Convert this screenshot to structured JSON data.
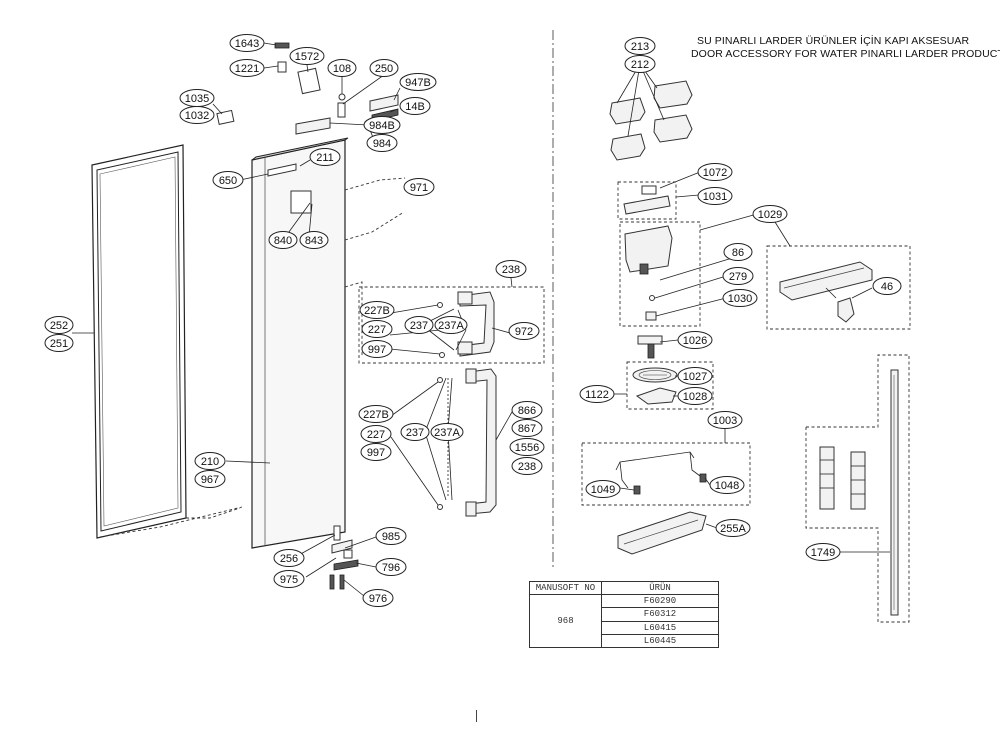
{
  "header": {
    "title_tr": "SU PINARLI LARDER ÜRÜNLER İÇİN KAPI AKSESUAR",
    "title_en": "DOOR ACCESSORY FOR WATER PINARLI LARDER PRODUCTS"
  },
  "callouts": {
    "c1643": "1643",
    "c1221": "1221",
    "c1572": "1572",
    "c108": "108",
    "c250": "250",
    "c947B": "947B",
    "c14B": "14B",
    "c984B": "984B",
    "c984": "984",
    "c1035": "1035",
    "c1032": "1032",
    "c211": "211",
    "c650": "650",
    "c971": "971",
    "c840": "840",
    "c843": "843",
    "c238a": "238",
    "c227Ba": "227B",
    "c227a": "227",
    "c997a": "997",
    "c237a": "237",
    "c237Aa": "237A",
    "c972": "972",
    "c252": "252",
    "c251": "251",
    "c227Bb": "227B",
    "c227b": "227",
    "c997b": "997",
    "c237b": "237",
    "c237Ab": "237A",
    "c866": "866",
    "c867": "867",
    "c1556": "1556",
    "c238b": "238",
    "c210": "210",
    "c967": "967",
    "c985": "985",
    "c256": "256",
    "c975": "975",
    "c796": "796",
    "c976": "976",
    "c213": "213",
    "c212": "212",
    "c1072": "1072",
    "c1031": "1031",
    "c1029": "1029",
    "c86": "86",
    "c279": "279",
    "c1030": "1030",
    "c46": "46",
    "c1026": "1026",
    "c1027": "1027",
    "c1122": "1122",
    "c1028": "1028",
    "c1003": "1003",
    "c1049": "1049",
    "c1048": "1048",
    "c255A": "255A",
    "c1749": "1749"
  },
  "ref_table": {
    "col_code": "MANUSOFT NO",
    "col_product": "ÜRÜN",
    "code": "968",
    "products": [
      "F60290",
      "F60312",
      "L60415",
      "L60445"
    ]
  }
}
